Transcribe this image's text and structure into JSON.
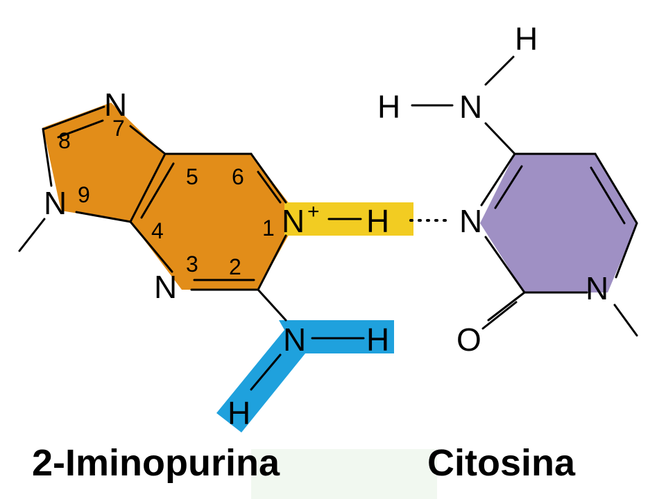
{
  "colors": {
    "purine_fill": "#e28d19",
    "cytosine_fill": "#9f90c4",
    "highlight_yellow": "#f2cc22",
    "highlight_blue": "#1fa1dd",
    "caption_band": "#f1f8f0"
  },
  "labels": {
    "purine_name": "2-Iminopurina",
    "cytosine_name": "Citosina"
  },
  "purine": {
    "n7": "N",
    "n9": "N",
    "n3": "N",
    "n1": "N",
    "n1_charge": "+",
    "h_on_n1": "H",
    "amino_n": "N",
    "amino_h_right": "H",
    "amino_h_bottom": "H",
    "numbers": {
      "n1": "1",
      "n2": "2",
      "n3": "3",
      "n4": "4",
      "n5": "5",
      "n6": "6",
      "n7": "7",
      "n8": "8",
      "n9": "9"
    }
  },
  "cytosine": {
    "n3": "N",
    "n1": "N",
    "o2": "O",
    "amino_n": "N",
    "amino_h_top": "H",
    "amino_h_left": "H"
  }
}
